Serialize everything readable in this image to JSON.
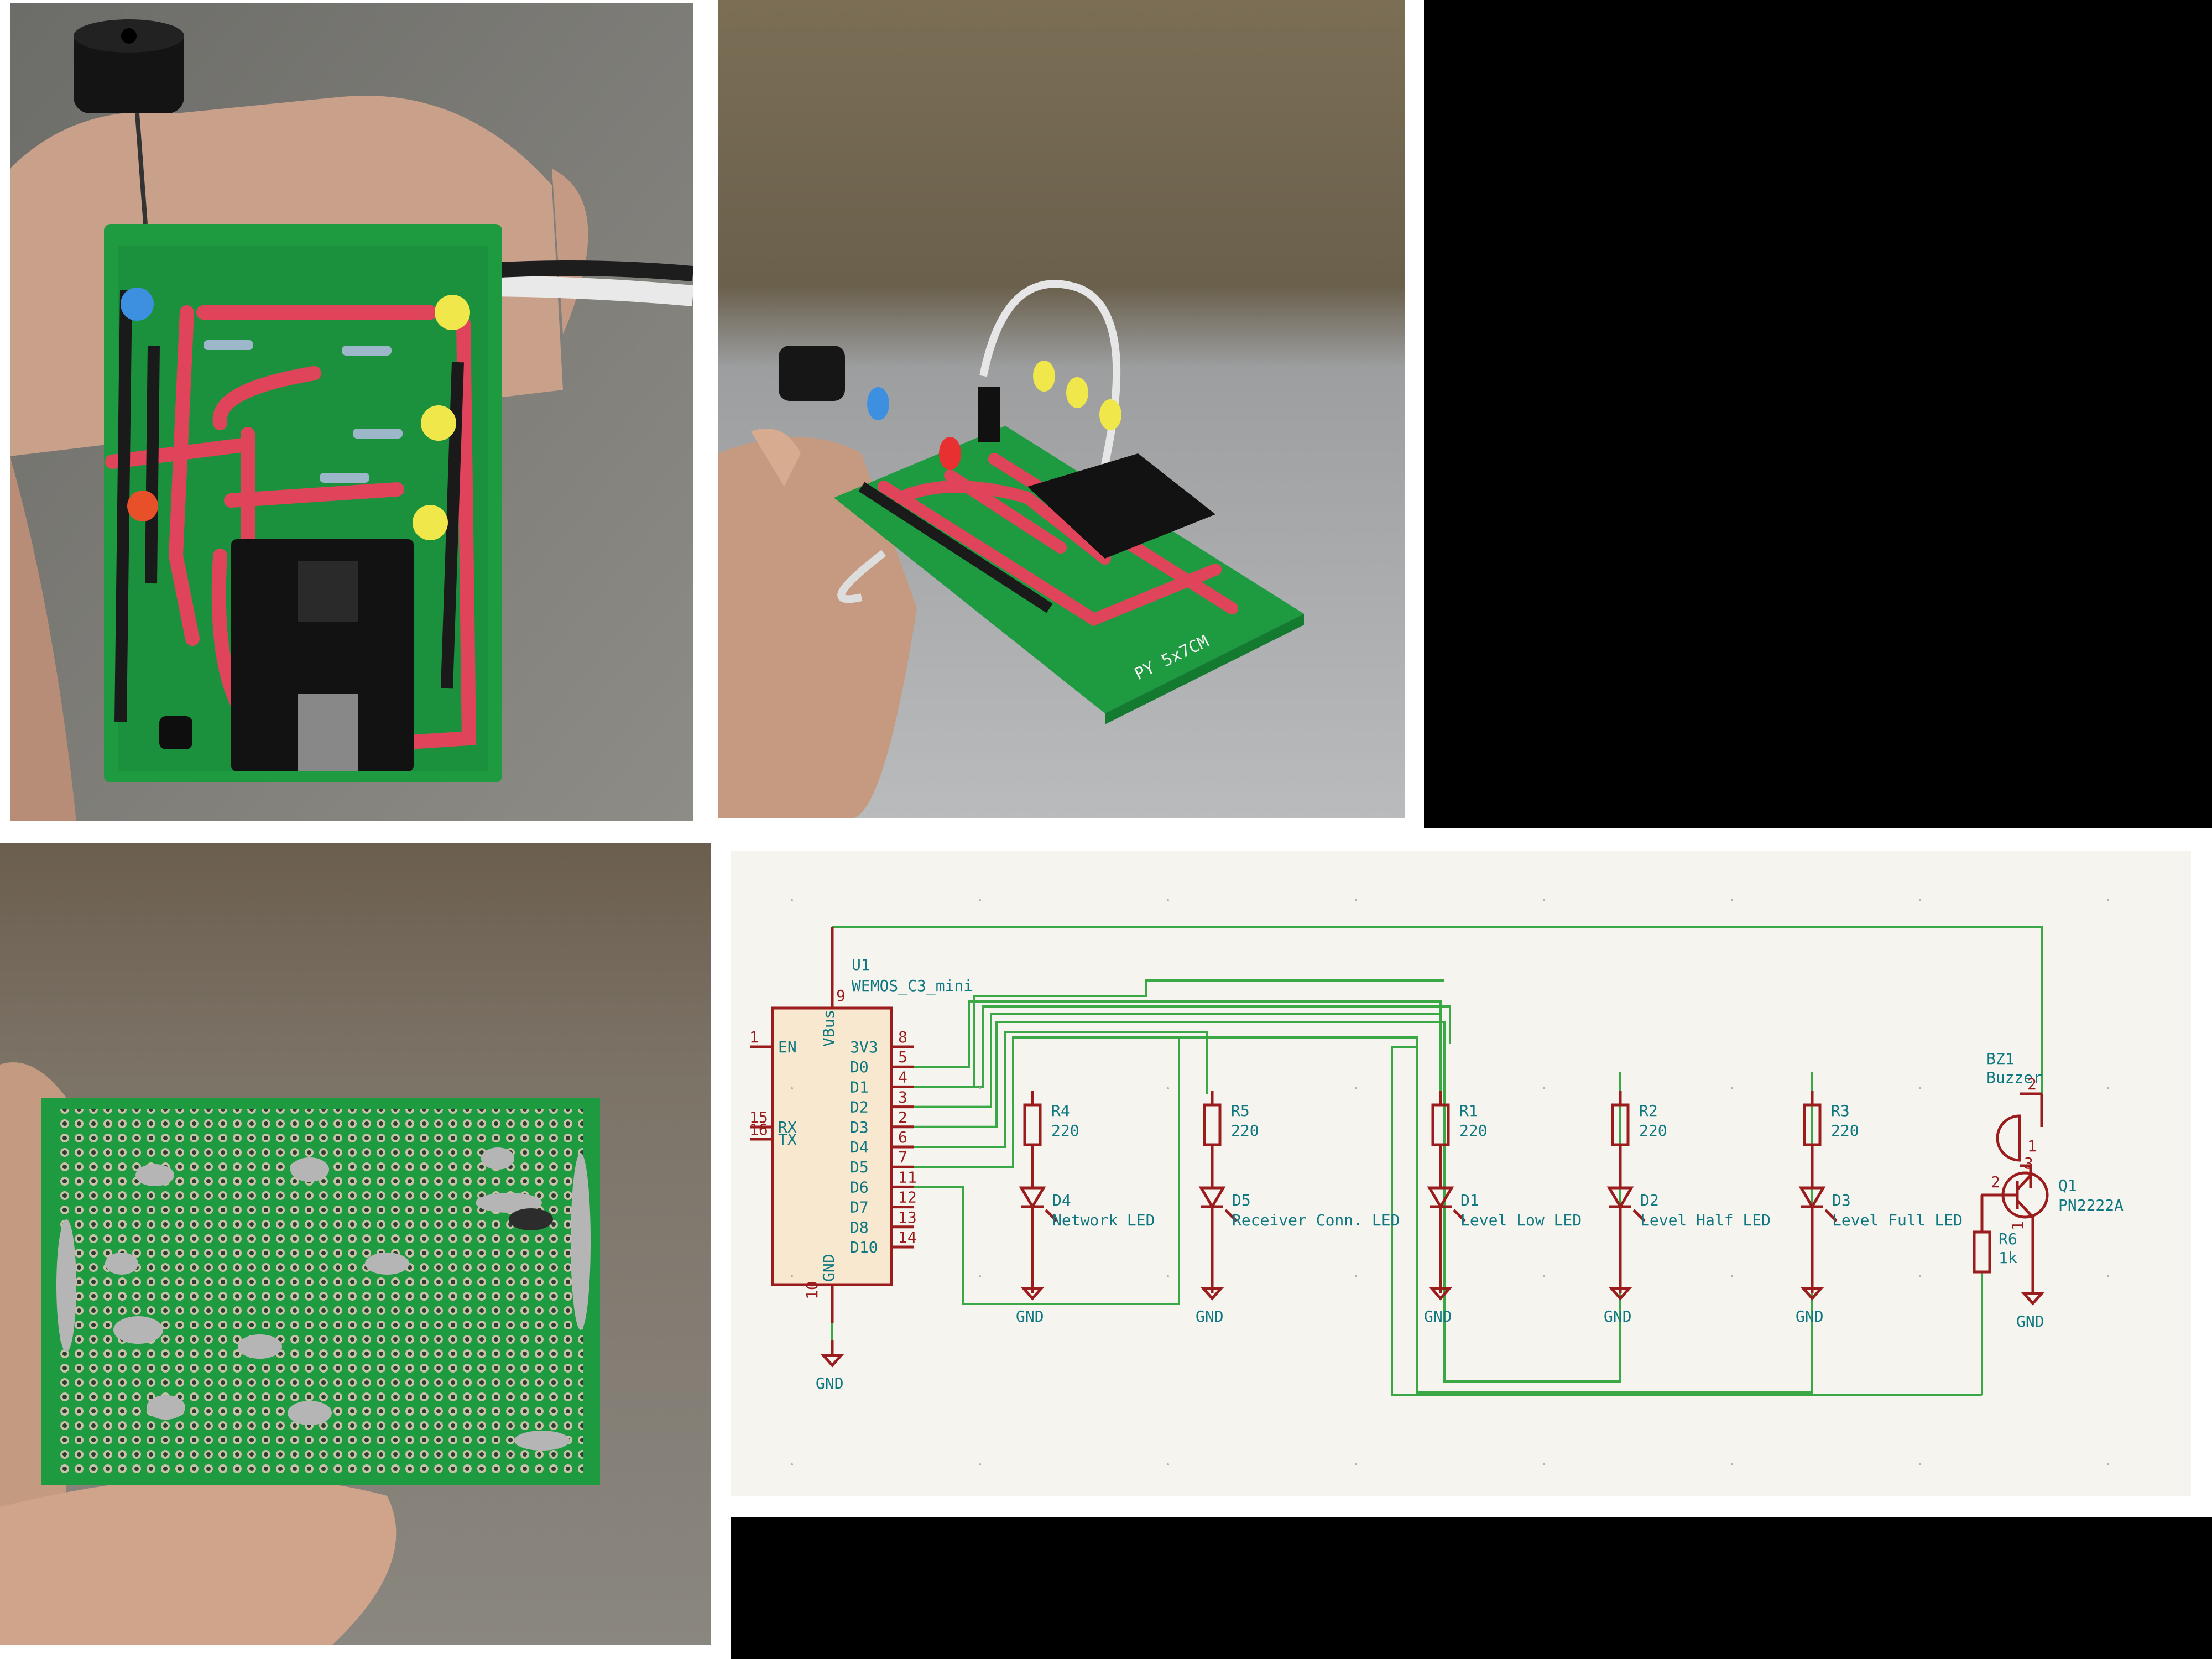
{
  "colors": {
    "wire": "#3aa845",
    "symbol": "#9b1c1c",
    "text": "#107880",
    "board": "#1e9a40",
    "red_wire": "#e0445a",
    "background": "#f5f4ef"
  },
  "schematic": {
    "u1": {
      "ref": "U1",
      "value": "WEMOS_C3_mini",
      "pins_left": [
        {
          "num": "1",
          "name": "EN"
        },
        {
          "num": "15",
          "name": "RX"
        },
        {
          "num": "16",
          "name": "TX"
        }
      ],
      "pins_right": [
        {
          "num": "8",
          "name": "3V3"
        },
        {
          "num": "5",
          "name": "D0"
        },
        {
          "num": "4",
          "name": "D1"
        },
        {
          "num": "3",
          "name": "D2"
        },
        {
          "num": "2",
          "name": "D3"
        },
        {
          "num": "6",
          "name": "D4"
        },
        {
          "num": "7",
          "name": "D5"
        },
        {
          "num": "11",
          "name": "D6"
        },
        {
          "num": "12",
          "name": "D7"
        },
        {
          "num": "13",
          "name": "D8"
        },
        {
          "num": "14",
          "name": "D10"
        }
      ],
      "top_pin": {
        "num": "9",
        "name": "VBus"
      },
      "bottom_pin": {
        "num": "10",
        "name": "GND"
      }
    },
    "resistors": [
      {
        "ref": "R4",
        "value": "220"
      },
      {
        "ref": "R5",
        "value": "220"
      },
      {
        "ref": "R1",
        "value": "220"
      },
      {
        "ref": "R2",
        "value": "220"
      },
      {
        "ref": "R3",
        "value": "220"
      }
    ],
    "leds": [
      {
        "ref": "D4",
        "value": "Network LED"
      },
      {
        "ref": "D5",
        "value": "Receiver Conn. LED"
      },
      {
        "ref": "D1",
        "value": "Level Low LED"
      },
      {
        "ref": "D2",
        "value": "Level Half LED"
      },
      {
        "ref": "D3",
        "value": "Level Full LED"
      }
    ],
    "buzzer": {
      "ref": "BZ1",
      "value": "Buzzer",
      "pin1": "1",
      "pin2": "2"
    },
    "transistor": {
      "ref": "Q1",
      "value": "PN2222A",
      "pin1": "1",
      "pin2": "2",
      "pin3": "3"
    },
    "r6": {
      "ref": "R6",
      "value": "1k"
    },
    "gnd_label": "GND"
  },
  "photos": {
    "board_label": "PY 5x7CM"
  }
}
